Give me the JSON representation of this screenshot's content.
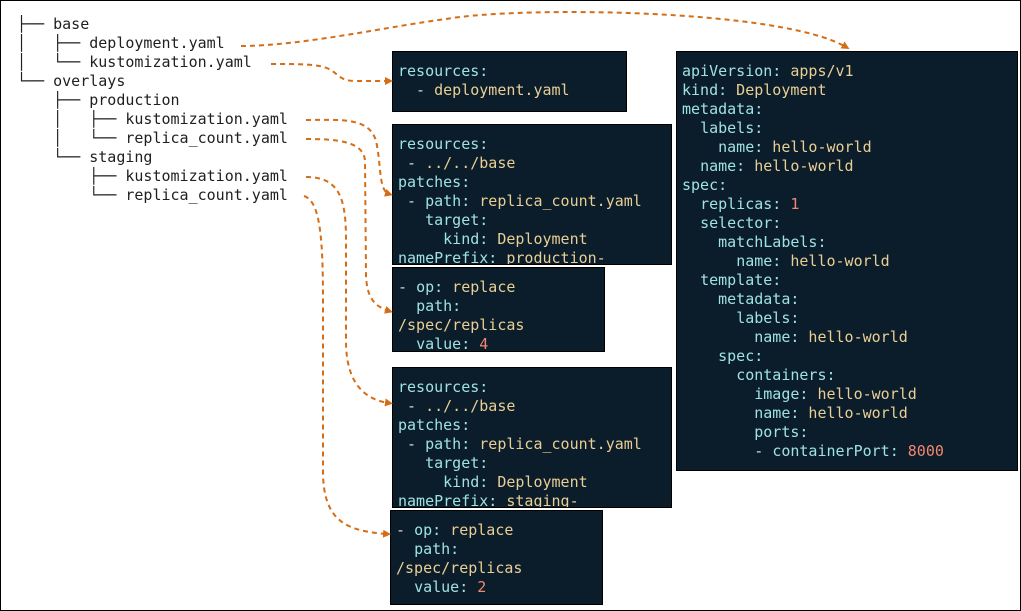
{
  "colors": {
    "box_bg": "#0b1c2a",
    "key": "#9ee3e3",
    "value": "#e9cf95",
    "number": "#f2876e",
    "arrow": "#d46d16"
  },
  "tree": [
    {
      "prefix": "├── ",
      "label": "base"
    },
    {
      "prefix": "│   ├── ",
      "label": "deployment.yaml"
    },
    {
      "prefix": "│   └── ",
      "label": "kustomization.yaml"
    },
    {
      "prefix": "└── ",
      "label": "overlays"
    },
    {
      "prefix": "    ├── ",
      "label": "production"
    },
    {
      "prefix": "    │   ├── ",
      "label": "kustomization.yaml"
    },
    {
      "prefix": "    │   └── ",
      "label": "replica_count.yaml"
    },
    {
      "prefix": "    └── ",
      "label": "staging"
    },
    {
      "prefix": "        ├── ",
      "label": "kustomization.yaml"
    },
    {
      "prefix": "        └── ",
      "label": "replica_count.yaml"
    }
  ],
  "boxes": [
    {
      "id": "base-kustomization",
      "lines": [
        [
          {
            "t": "resources:",
            "c": "k"
          }
        ],
        [
          {
            "t": "  - ",
            "c": "p"
          },
          {
            "t": "deployment.yaml",
            "c": "v"
          }
        ]
      ]
    },
    {
      "id": "production-kustomization",
      "lines": [
        [
          {
            "t": "resources:",
            "c": "k"
          }
        ],
        [
          {
            "t": " - ",
            "c": "p"
          },
          {
            "t": "../../base",
            "c": "v"
          }
        ],
        [
          {
            "t": "patches:",
            "c": "k"
          }
        ],
        [
          {
            "t": " - ",
            "c": "p"
          },
          {
            "t": "path:",
            "c": "k"
          },
          {
            "t": " replica_count.yaml",
            "c": "v"
          }
        ],
        [
          {
            "t": "   ",
            "c": "p"
          },
          {
            "t": "target:",
            "c": "k"
          }
        ],
        [
          {
            "t": "     ",
            "c": "p"
          },
          {
            "t": "kind:",
            "c": "k"
          },
          {
            "t": " Deployment",
            "c": "v"
          }
        ],
        [
          {
            "t": "namePrefix:",
            "c": "k"
          },
          {
            "t": " production-",
            "c": "v"
          }
        ]
      ]
    },
    {
      "id": "production-replica-count",
      "lines": [
        [
          {
            "t": "- ",
            "c": "p"
          },
          {
            "t": "op:",
            "c": "k"
          },
          {
            "t": " replace",
            "c": "v"
          }
        ],
        [
          {
            "t": "  ",
            "c": "p"
          },
          {
            "t": "path:",
            "c": "k"
          }
        ],
        [
          {
            "t": "/spec/replicas",
            "c": "v"
          }
        ],
        [
          {
            "t": "  ",
            "c": "p"
          },
          {
            "t": "value:",
            "c": "k"
          },
          {
            "t": " ",
            "c": "p"
          },
          {
            "t": "4",
            "c": "n"
          }
        ]
      ]
    },
    {
      "id": "staging-kustomization",
      "lines": [
        [
          {
            "t": "resources:",
            "c": "k"
          }
        ],
        [
          {
            "t": " - ",
            "c": "p"
          },
          {
            "t": "../../base",
            "c": "v"
          }
        ],
        [
          {
            "t": "patches:",
            "c": "k"
          }
        ],
        [
          {
            "t": " - ",
            "c": "p"
          },
          {
            "t": "path:",
            "c": "k"
          },
          {
            "t": " replica_count.yaml",
            "c": "v"
          }
        ],
        [
          {
            "t": "   ",
            "c": "p"
          },
          {
            "t": "target:",
            "c": "k"
          }
        ],
        [
          {
            "t": "     ",
            "c": "p"
          },
          {
            "t": "kind:",
            "c": "k"
          },
          {
            "t": " Deployment",
            "c": "v"
          }
        ],
        [
          {
            "t": "namePrefix:",
            "c": "k"
          },
          {
            "t": " staging-",
            "c": "v"
          }
        ]
      ]
    },
    {
      "id": "staging-replica-count",
      "lines": [
        [
          {
            "t": "- ",
            "c": "p"
          },
          {
            "t": "op:",
            "c": "k"
          },
          {
            "t": " replace",
            "c": "v"
          }
        ],
        [
          {
            "t": "  ",
            "c": "p"
          },
          {
            "t": "path:",
            "c": "k"
          }
        ],
        [
          {
            "t": "/spec/replicas",
            "c": "v"
          }
        ],
        [
          {
            "t": "  ",
            "c": "p"
          },
          {
            "t": "value:",
            "c": "k"
          },
          {
            "t": " ",
            "c": "p"
          },
          {
            "t": "2",
            "c": "n"
          }
        ]
      ]
    },
    {
      "id": "base-deployment",
      "lines": [
        [
          {
            "t": "apiVersion:",
            "c": "k"
          },
          {
            "t": " apps/v1",
            "c": "v"
          }
        ],
        [
          {
            "t": "kind:",
            "c": "k"
          },
          {
            "t": " Deployment",
            "c": "v"
          }
        ],
        [
          {
            "t": "metadata:",
            "c": "k"
          }
        ],
        [
          {
            "t": "  ",
            "c": "p"
          },
          {
            "t": "labels:",
            "c": "k"
          }
        ],
        [
          {
            "t": "    ",
            "c": "p"
          },
          {
            "t": "name:",
            "c": "k"
          },
          {
            "t": " hello-world",
            "c": "v"
          }
        ],
        [
          {
            "t": "  ",
            "c": "p"
          },
          {
            "t": "name:",
            "c": "k"
          },
          {
            "t": " hello-world",
            "c": "v"
          }
        ],
        [
          {
            "t": "spec:",
            "c": "k"
          }
        ],
        [
          {
            "t": "  ",
            "c": "p"
          },
          {
            "t": "replicas:",
            "c": "k"
          },
          {
            "t": " ",
            "c": "p"
          },
          {
            "t": "1",
            "c": "n"
          }
        ],
        [
          {
            "t": "  ",
            "c": "p"
          },
          {
            "t": "selector:",
            "c": "k"
          }
        ],
        [
          {
            "t": "    ",
            "c": "p"
          },
          {
            "t": "matchLabels:",
            "c": "k"
          }
        ],
        [
          {
            "t": "      ",
            "c": "p"
          },
          {
            "t": "name:",
            "c": "k"
          },
          {
            "t": " hello-world",
            "c": "v"
          }
        ],
        [
          {
            "t": "  ",
            "c": "p"
          },
          {
            "t": "template:",
            "c": "k"
          }
        ],
        [
          {
            "t": "    ",
            "c": "p"
          },
          {
            "t": "metadata:",
            "c": "k"
          }
        ],
        [
          {
            "t": "      ",
            "c": "p"
          },
          {
            "t": "labels:",
            "c": "k"
          }
        ],
        [
          {
            "t": "        ",
            "c": "p"
          },
          {
            "t": "name:",
            "c": "k"
          },
          {
            "t": " hello-world",
            "c": "v"
          }
        ],
        [
          {
            "t": "    ",
            "c": "p"
          },
          {
            "t": "spec:",
            "c": "k"
          }
        ],
        [
          {
            "t": "      ",
            "c": "p"
          },
          {
            "t": "containers:",
            "c": "k"
          }
        ],
        [
          {
            "t": "        ",
            "c": "p"
          },
          {
            "t": "image:",
            "c": "k"
          },
          {
            "t": " hello-world",
            "c": "v"
          }
        ],
        [
          {
            "t": "        ",
            "c": "p"
          },
          {
            "t": "name:",
            "c": "k"
          },
          {
            "t": " hello-world",
            "c": "v"
          }
        ],
        [
          {
            "t": "        ",
            "c": "p"
          },
          {
            "t": "ports:",
            "c": "k"
          }
        ],
        [
          {
            "t": "        ",
            "c": "p"
          },
          {
            "t": "- ",
            "c": "p"
          },
          {
            "t": "containerPort:",
            "c": "k"
          },
          {
            "t": " ",
            "c": "p"
          },
          {
            "t": "8000",
            "c": "n"
          }
        ]
      ]
    }
  ],
  "links": [
    {
      "from": "tree-deployment-yaml",
      "to": "base-deployment"
    },
    {
      "from": "tree-base-kustomization-yaml",
      "to": "base-kustomization"
    },
    {
      "from": "tree-production-kustomization-yaml",
      "to": "production-kustomization"
    },
    {
      "from": "tree-production-replica-count-yaml",
      "to": "production-replica-count"
    },
    {
      "from": "tree-staging-kustomization-yaml",
      "to": "staging-kustomization"
    },
    {
      "from": "tree-staging-replica-count-yaml",
      "to": "staging-replica-count"
    }
  ]
}
